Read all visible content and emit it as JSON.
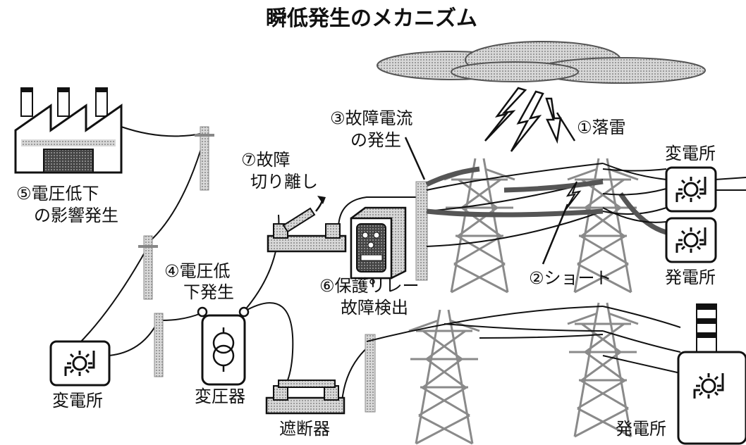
{
  "title": "瞬低発生のメカニズム",
  "labels": {
    "lightning": "①落雷",
    "short": "②ショート",
    "fault_current_1": "③故障電流",
    "fault_current_2": "の発生",
    "voltage_drop_1": "④電圧低",
    "voltage_drop_2": "下発生",
    "impact_1": "⑤電圧低下",
    "impact_2": "の影響発生",
    "relay_1": "⑥保護リレー",
    "relay_2": "故障検出",
    "isolation_1": "⑦故障",
    "isolation_2": "切り離し",
    "substation_top": "変電所",
    "substation_left": "変電所",
    "power_plant_mid": "発電所",
    "power_plant_bottom": "発電所",
    "transformer": "変圧器",
    "breaker": "遮断器"
  },
  "colors": {
    "line": "#111111",
    "gray": "#8a8a8a",
    "light_gray": "#c8c8c8",
    "fault_line": "#555555"
  }
}
